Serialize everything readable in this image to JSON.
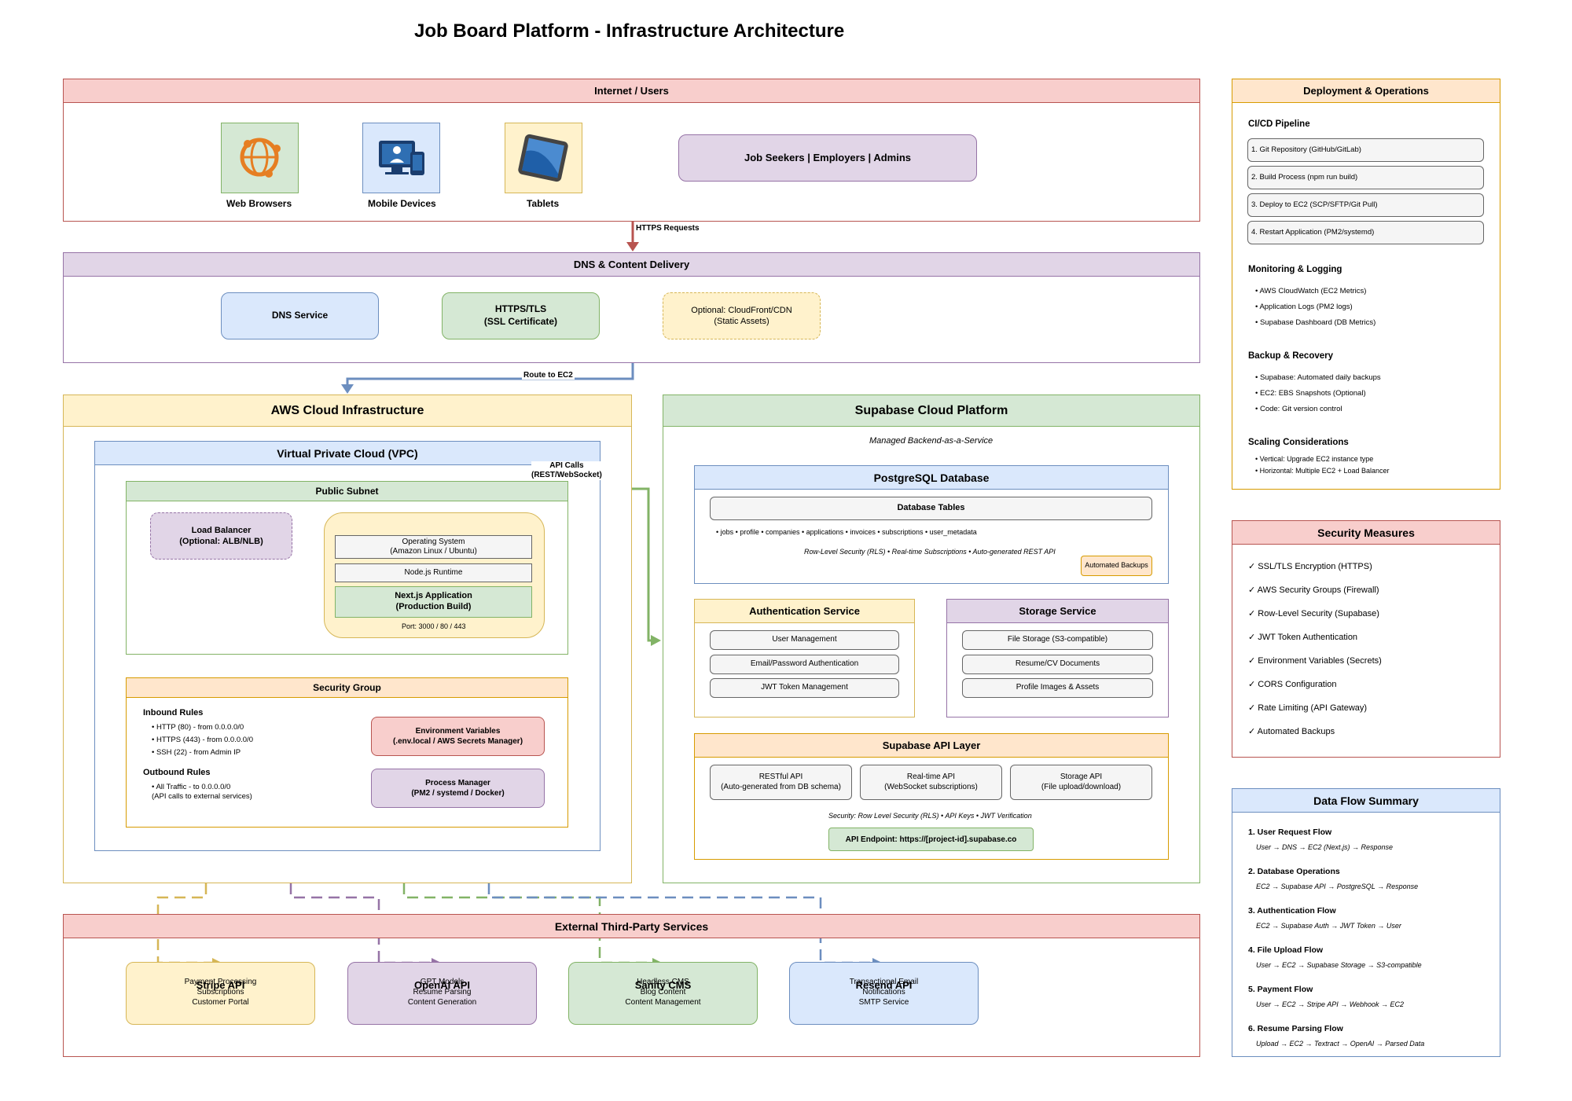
{
  "title": "Job Board Platform - Infrastructure Architecture",
  "internet": {
    "header": "Internet / Users",
    "devices": [
      {
        "label": "Web Browsers",
        "icon": "globe-icon"
      },
      {
        "label": "Mobile Devices",
        "icon": "mobile-devices-icon"
      },
      {
        "label": "Tablets",
        "icon": "tablet-icon"
      }
    ],
    "users_box": "Job Seekers | Employers | Admins"
  },
  "arrows": {
    "https_requests": "HTTPS Requests",
    "route_to_ec2": "Route to EC2",
    "api_calls_line1": "API Calls",
    "api_calls_line2": "(REST/WebSocket)"
  },
  "dns": {
    "header": "DNS & Content Delivery",
    "dns_service": "DNS Service",
    "https_tls_line1": "HTTPS/TLS",
    "https_tls_line2": "(SSL Certificate)",
    "cdn_line1": "Optional: CloudFront/CDN",
    "cdn_line2": "(Static Assets)"
  },
  "aws": {
    "header": "AWS Cloud Infrastructure",
    "vpc_header": "Virtual Private Cloud (VPC)",
    "subnet_header": "Public Subnet",
    "lb_line1": "Load Balancer",
    "lb_line2": "(Optional: ALB/NLB)",
    "os_line1": "Operating System",
    "os_line2": "(Amazon Linux / Ubuntu)",
    "node_runtime": "Node.js Runtime",
    "next_line1": "Next.js Application",
    "next_line2": "(Production Build)",
    "port": "Port: 3000 / 80 / 443",
    "sg_header": "Security Group",
    "inbound_title": "Inbound Rules",
    "inbound": [
      "• HTTP (80) - from 0.0.0.0/0",
      "• HTTPS (443) - from 0.0.0.0/0",
      "• SSH (22) - from Admin IP"
    ],
    "outbound_title": "Outbound Rules",
    "outbound": [
      "• All Traffic - to 0.0.0.0/0",
      "(API calls to external services)"
    ],
    "env_line1": "Environment Variables",
    "env_line2": "(.env.local / AWS Secrets Manager)",
    "pm_line1": "Process Manager",
    "pm_line2": "(PM2 / systemd / Docker)"
  },
  "supabase": {
    "header": "Supabase Cloud Platform",
    "subtitle": "Managed Backend-as-a-Service",
    "pg_header": "PostgreSQL Database",
    "db_tables": "Database Tables",
    "tables_list": "• jobs • profile • companies • applications • invoices • subscriptions • user_metadata",
    "rls_line": "Row-Level Security (RLS) • Real-time Subscriptions • Auto-generated REST API",
    "auto_backups": "Automated Backups",
    "auth_header": "Authentication Service",
    "auth_items": [
      "User Management",
      "Email/Password Authentication",
      "JWT Token Management"
    ],
    "storage_header": "Storage Service",
    "storage_items": [
      "File Storage (S3-compatible)",
      "Resume/CV Documents",
      "Profile Images & Assets"
    ],
    "api_header": "Supabase API Layer",
    "api_items": [
      {
        "line1": "RESTful API",
        "line2": "(Auto-generated from DB schema)"
      },
      {
        "line1": "Real-time API",
        "line2": "(WebSocket subscriptions)"
      },
      {
        "line1": "Storage API",
        "line2": "(File upload/download)"
      }
    ],
    "security_line": "Security: Row Level Security (RLS) • API Keys • JWT Verification",
    "endpoint": "API Endpoint: https://[project-id].supabase.co"
  },
  "external": {
    "header": "External Third-Party Services",
    "services": [
      {
        "name": "Stripe API",
        "lines": [
          "Payment Processing",
          "Subscriptions",
          "Customer Portal"
        ],
        "color": "#fff2cc",
        "border": "#d6b656"
      },
      {
        "name": "OpenAI API",
        "lines": [
          "GPT Models",
          "Resume Parsing",
          "Content Generation"
        ],
        "color": "#e1d5e7",
        "border": "#9673a6"
      },
      {
        "name": "Sanity CMS",
        "lines": [
          "Headless CMS",
          "Blog Content",
          "Content Management"
        ],
        "color": "#d5e8d4",
        "border": "#82b366"
      },
      {
        "name": "Resend API",
        "lines": [
          "Transactional Email",
          "Notifications",
          "SMTP Service"
        ],
        "color": "#dae8fc",
        "border": "#6c8ebf"
      }
    ]
  },
  "deployment": {
    "header": "Deployment & Operations",
    "cicd_title": "CI/CD Pipeline",
    "cicd_steps": [
      "1. Git Repository (GitHub/GitLab)",
      "2. Build Process (npm run build)",
      "3. Deploy to EC2 (SCP/SFTP/Git Pull)",
      "4. Restart Application (PM2/systemd)"
    ],
    "monitoring_title": "Monitoring & Logging",
    "monitoring": [
      "• AWS CloudWatch (EC2 Metrics)",
      "• Application Logs (PM2 logs)",
      "• Supabase Dashboard (DB Metrics)"
    ],
    "backup_title": "Backup & Recovery",
    "backup": [
      "• Supabase: Automated daily backups",
      "• EC2: EBS Snapshots (Optional)",
      "• Code: Git version control"
    ],
    "scaling_title": "Scaling Considerations",
    "scaling": [
      "• Vertical: Upgrade EC2 instance type",
      "• Horizontal: Multiple EC2 + Load Balancer"
    ]
  },
  "security": {
    "header": "Security Measures",
    "items": [
      "✓ SSL/TLS Encryption (HTTPS)",
      "✓ AWS Security Groups (Firewall)",
      "✓ Row-Level Security (Supabase)",
      "✓ JWT Token Authentication",
      "✓ Environment Variables (Secrets)",
      "✓ CORS Configuration",
      "✓ Rate Limiting (API Gateway)",
      "✓ Automated Backups"
    ]
  },
  "dataflow": {
    "header": "Data Flow Summary",
    "flows": [
      {
        "title": "1. User Request Flow",
        "desc": "User → DNS → EC2 (Next.js) → Response"
      },
      {
        "title": "2. Database Operations",
        "desc": "EC2 → Supabase API → PostgreSQL → Response"
      },
      {
        "title": "3. Authentication Flow",
        "desc": "EC2 → Supabase Auth → JWT Token → User"
      },
      {
        "title": "4. File Upload Flow",
        "desc": "User → EC2 → Supabase Storage → S3-compatible"
      },
      {
        "title": "5. Payment Flow",
        "desc": "User → EC2 → Stripe API → Webhook → EC2"
      },
      {
        "title": "6. Resume Parsing Flow",
        "desc": "Upload → EC2 → Textract → OpenAI → Parsed Data"
      }
    ]
  }
}
